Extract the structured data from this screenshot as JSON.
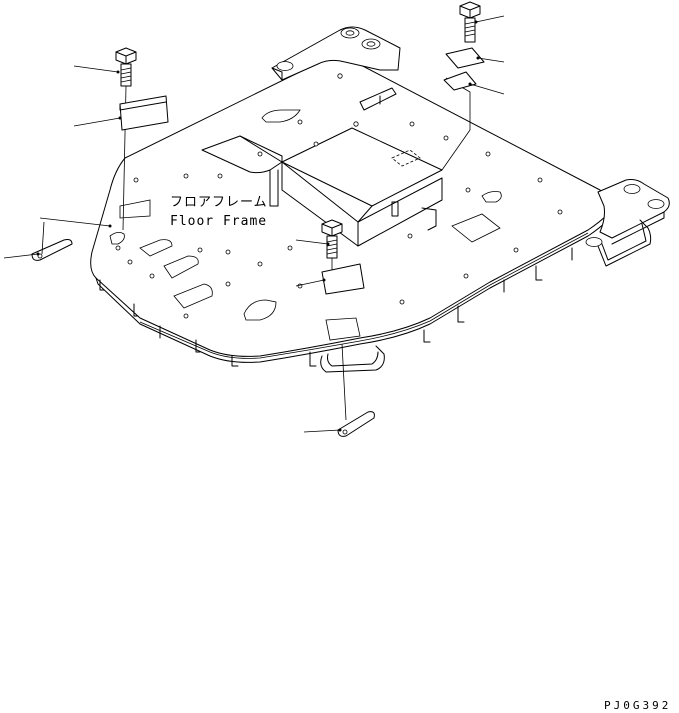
{
  "diagram": {
    "label_jp": "フロアフレーム",
    "label_en": "Floor Frame",
    "drawing_code": "PJ0G392"
  }
}
